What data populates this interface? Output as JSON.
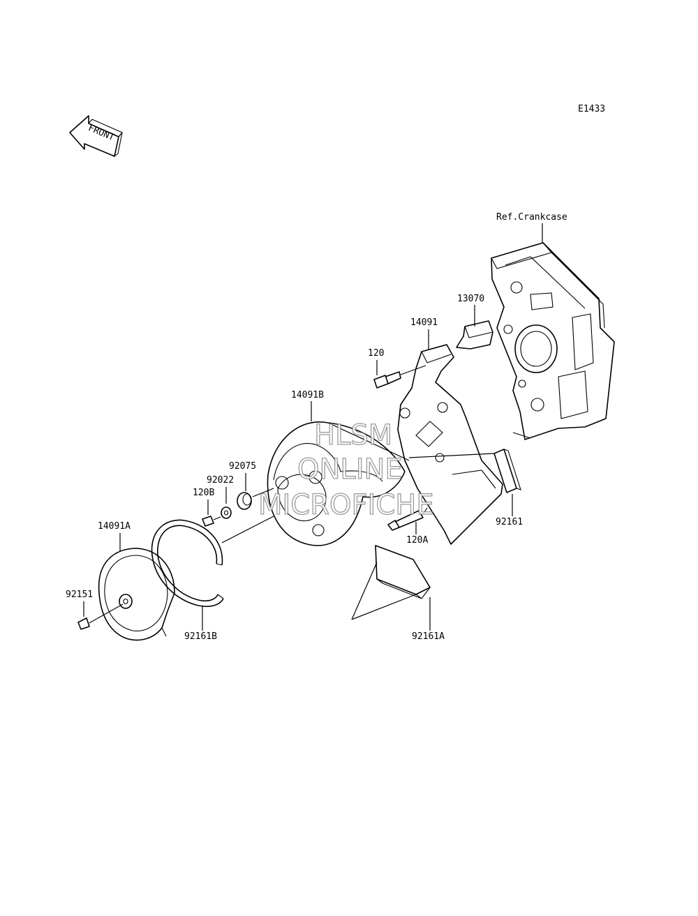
{
  "diagram_code": "E1433",
  "front_arrow_label": "FRONT",
  "reference_label": "Ref.Crankcase",
  "watermark": {
    "line1": "HLSM",
    "line2": "ONLINE",
    "line3": "MICROFICHE"
  },
  "part_labels": {
    "p13070": "13070",
    "p14091": "14091",
    "p120": "120",
    "p14091B": "14091B",
    "p92075": "92075",
    "p92022": "92022",
    "p120B": "120B",
    "p14091A": "14091A",
    "p92151": "92151",
    "p92161B": "92161B",
    "p92161": "92161",
    "p120A": "120A",
    "p92161A": "92161A"
  }
}
